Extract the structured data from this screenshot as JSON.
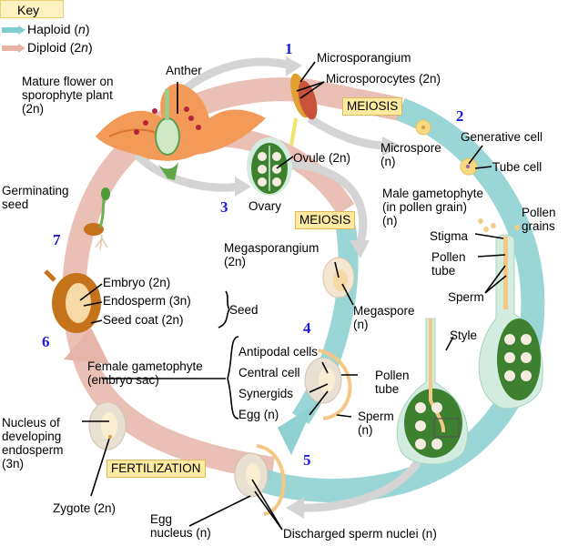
{
  "key": {
    "title": "Key",
    "items": [
      {
        "label_pre": "Haploid (",
        "label_it": "n",
        "label_post": ")",
        "color": "#7fcdcf",
        "icon": "arrow-right-icon"
      },
      {
        "label_pre": "Diploid (2",
        "label_it": "n",
        "label_post": ")",
        "color": "#e7b3a4",
        "icon": "arrow-right-icon"
      }
    ]
  },
  "colors": {
    "haploid": "#8fd1d1",
    "diploid": "#e6b4a8",
    "process": "#cfcfcf",
    "step_number": "#1a1adf",
    "process_box": "#fde9a0"
  },
  "step_numbers": [
    "1",
    "2",
    "3",
    "4",
    "5",
    "6",
    "7"
  ],
  "process_boxes": {
    "meiosis_male": "MEIOSIS",
    "meiosis_female": "MEIOSIS",
    "fertilization": "FERTILIZATION"
  },
  "labels": {
    "mature_flower": [
      "Mature flower on",
      "sporophyte plant",
      "(2n)"
    ],
    "anther": "Anther",
    "microsporangium": "Microsporangium",
    "microsporocytes": "Microsporocytes (2n)",
    "microspore": [
      "Microspore",
      "(n)"
    ],
    "generative_cell": "Generative cell",
    "tube_cell": "Tube cell",
    "male_gametophyte": [
      "Male gametophyte",
      "(in pollen grain)",
      "(n)"
    ],
    "pollen_grains": [
      "Pollen",
      "grains"
    ],
    "stigma": "Stigma",
    "pollen_tube_top": [
      "Pollen",
      "tube"
    ],
    "sperm_top": "Sperm",
    "ovule": "Ovule (2n)",
    "ovary": "Ovary",
    "germinating_seed": [
      "Germinating",
      "seed"
    ],
    "megasporangium": [
      "Megasporangium",
      "(2n)"
    ],
    "megaspore": [
      "Megaspore",
      "(n)"
    ],
    "embryo": "Embryo (2n)",
    "endosperm": "Endosperm (3n)",
    "seed_coat": "Seed coat (2n)",
    "seed": "Seed",
    "female_gametophyte": [
      "Female gametophyte",
      "(embryo sac)"
    ],
    "antipodal_cells": "Antipodal cells",
    "central_cell": "Central cell",
    "synergids": "Synergids",
    "egg": "Egg (n)",
    "pollen_tube_mid": [
      "Pollen",
      "tube"
    ],
    "sperm_mid": [
      "Sperm",
      "(n)"
    ],
    "style": "Style",
    "nucleus_endosperm": [
      "Nucleus of",
      "developing",
      "endosperm",
      "(3n)"
    ],
    "zygote": "Zygote (2n)",
    "egg_nucleus": [
      "Egg",
      "nucleus (n)"
    ],
    "discharged_sperm": "Discharged sperm nuclei (n)"
  }
}
